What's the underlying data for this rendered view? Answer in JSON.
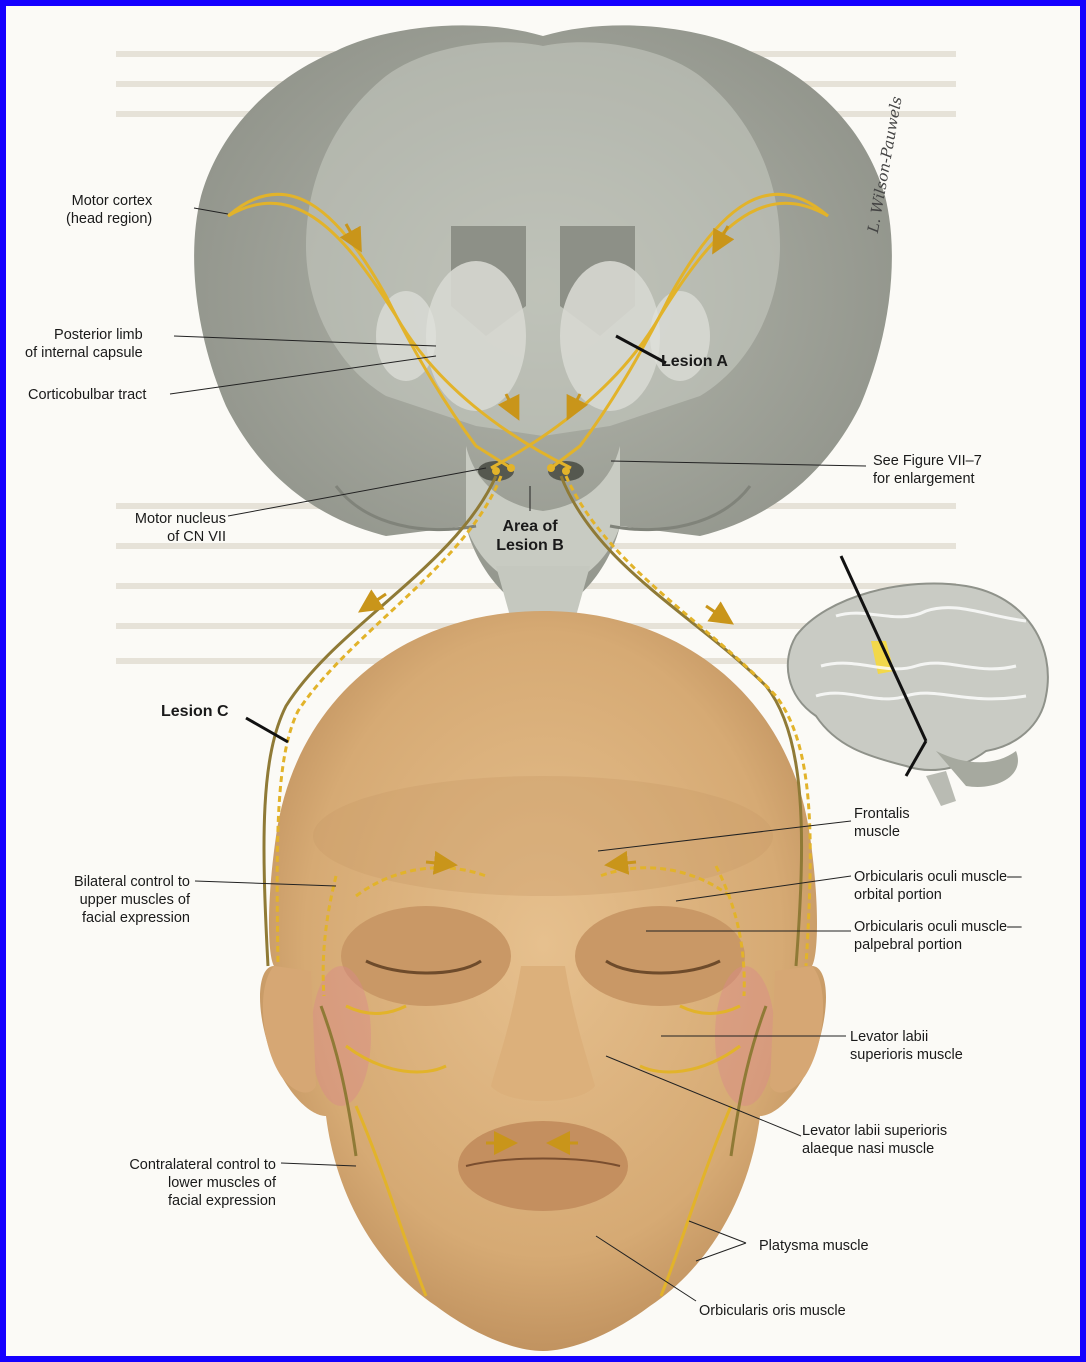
{
  "labels": {
    "motor_cortex": [
      "Motor cortex",
      "(head region)"
    ],
    "posterior_limb": [
      "Posterior limb",
      "of internal capsule"
    ],
    "corticobulbar": [
      "Corticobulbar tract"
    ],
    "lesion_a": [
      "Lesion A"
    ],
    "see_figure": [
      "See Figure VII–7",
      "for enlargement"
    ],
    "motor_nucleus": [
      "Motor nucleus",
      "of CN VII"
    ],
    "area_lesion_b": [
      "Area of",
      "Lesion B"
    ],
    "lesion_c": [
      "Lesion C"
    ],
    "frontalis": [
      "Frontalis",
      "muscle"
    ],
    "bilateral_control": [
      "Bilateral control to",
      "upper muscles of",
      "facial expression"
    ],
    "oculi_orbital": [
      "Orbicularis oculi muscle—",
      "orbital portion"
    ],
    "oculi_palpebral": [
      "Orbicularis oculi muscle—",
      "palpebral portion"
    ],
    "levator_labii": [
      "Levator labii",
      "superioris muscle"
    ],
    "levator_alaeque": [
      "Levator labii superioris",
      "alaeque nasi muscle"
    ],
    "contralateral_control": [
      "Contralateral control to",
      "lower muscles of",
      "facial expression"
    ],
    "platysma": [
      "Platysma muscle"
    ],
    "orbicularis_oris": [
      "Orbicularis oris muscle"
    ]
  },
  "signature": "L. Wilson-Pauwels",
  "colors": {
    "border": "#1500ff",
    "brain": "#9ea197",
    "face": "#d9b07c",
    "nerve": "#e2b32a"
  }
}
